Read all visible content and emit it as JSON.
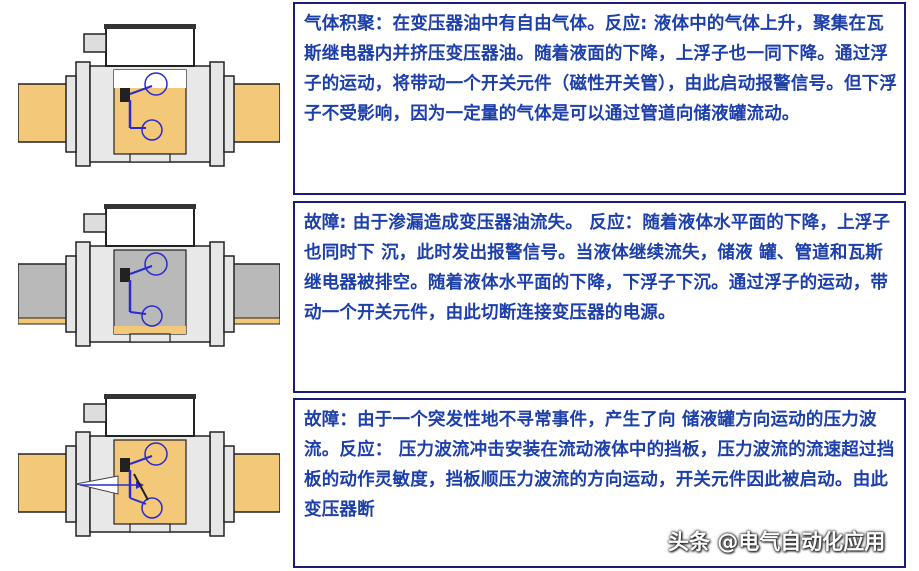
{
  "panels": [
    {
      "text": "气体积聚：在变压器油中有自由气体。反应: 液体中的气体上升，聚集在瓦斯继电器内并挤压变压器油。随着液面的下降，上浮子也一同下降。通过浮子的运动，将带动一个开关元件（磁性开关管），由此启动报警信号。但下浮子不受影响，因为一定量的气体是可以通过管道向储液罐流动。"
    },
    {
      "text": "故障: 由于渗漏造成变压器油流失。 反应：随着液体水平面的下降，上浮子也同时下 沉，此时发出报警信号。当液体继续流失，储液 罐、管道和瓦斯继电器被排空。随着液体水平面的下降，下浮子下沉。通过浮子的运动，带动一个开关元件，由此切断连接变压器的电源。"
    },
    {
      "text": "故障：由于一个突发性地不寻常事件，产生了向 储液罐方向运动的压力波流。反应： 压力波流冲击安装在流动液体中的挡板，压力波流的流速超过挡板的动作灵敏度，挡板顺压力波流的方向运动，开关元件因此被启动。由此变压器断"
    }
  ],
  "watermark": "头条 @电气自动化应用",
  "colors": {
    "oil": "#f3c878",
    "gas": "#b9b9b9",
    "pipe_body": "#e8e8e8",
    "float": "#2a2ad0",
    "text": "#1c3faa",
    "border": "#1b1b7a"
  }
}
